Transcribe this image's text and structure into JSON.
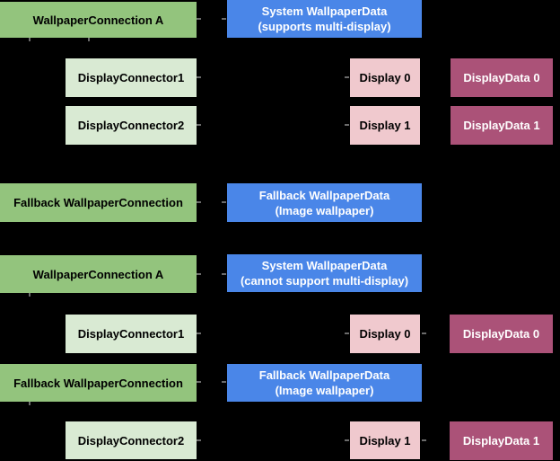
{
  "diagram": {
    "background_color": "#000000",
    "palette": {
      "wallpaper_connection_green": "#93C47D",
      "display_connector_light_green": "#D9EAD3",
      "wallpaper_data_blue": "#4A86E8",
      "display_pink": "#F0C9CE",
      "display_data_magenta": "#AB5278",
      "connector_stub_gray": "#6B6B6B",
      "text_dark": "#000000",
      "text_light": "#FFFFFF"
    },
    "scenario_multi_display": {
      "wallpaper_connection": "WallpaperConnection A",
      "wallpaper_data_line1": "System WallpaperData",
      "wallpaper_data_line2": "(supports multi-display)",
      "display_connector_1": "DisplayConnector1",
      "display_connector_2": "DisplayConnector2",
      "display_0": "Display 0",
      "display_1": "Display 1",
      "display_data_0": "DisplayData 0",
      "display_data_1": "DisplayData 1"
    },
    "scenario_fallback": {
      "wallpaper_connection": "Fallback WallpaperConnection",
      "wallpaper_data_line1": "Fallback WallpaperData",
      "wallpaper_data_line2": "(Image wallpaper)"
    },
    "scenario_no_multi_display": {
      "wallpaper_connection": "WallpaperConnection A",
      "wallpaper_data_line1": "System WallpaperData",
      "wallpaper_data_line2": "(cannot support multi-display)",
      "display_connector_1": "DisplayConnector1",
      "display_0": "Display 0",
      "display_data_0": "DisplayData 0",
      "fallback_wallpaper_connection": "Fallback WallpaperConnection",
      "fallback_wallpaper_data_line1": "Fallback WallpaperData",
      "fallback_wallpaper_data_line2": "(Image wallpaper)",
      "display_connector_2": "DisplayConnector2",
      "display_1": "Display 1",
      "display_data_1": "DisplayData 1"
    }
  }
}
